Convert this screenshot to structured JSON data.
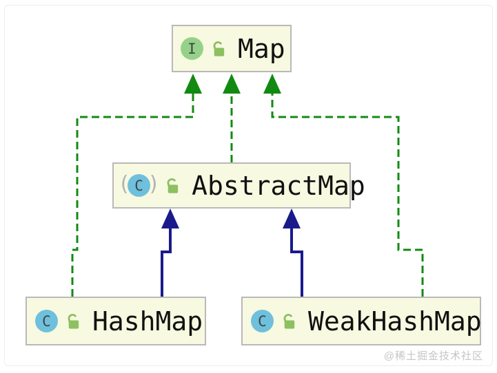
{
  "diagram": {
    "nodes": [
      {
        "id": "map",
        "label": "Map",
        "kind": "interface",
        "icon_glyph": "I"
      },
      {
        "id": "abstractmap",
        "label": "AbstractMap",
        "kind": "abstract-class",
        "icon_glyph": "C",
        "paren_open": "(",
        "paren_close": ")"
      },
      {
        "id": "hashmap",
        "label": "HashMap",
        "kind": "class",
        "icon_glyph": "C"
      },
      {
        "id": "weakhashmap",
        "label": "WeakHashMap",
        "kind": "class",
        "icon_glyph": "C"
      }
    ],
    "edges": [
      {
        "from": "AbstractMap",
        "to": "Map",
        "type": "implements",
        "style": "green-dashed"
      },
      {
        "from": "HashMap",
        "to": "Map",
        "type": "implements",
        "style": "green-dashed"
      },
      {
        "from": "WeakHashMap",
        "to": "Map",
        "type": "implements",
        "style": "green-dashed"
      },
      {
        "from": "HashMap",
        "to": "AbstractMap",
        "type": "extends",
        "style": "navy-solid"
      },
      {
        "from": "WeakHashMap",
        "to": "AbstractMap",
        "type": "extends",
        "style": "navy-solid"
      }
    ],
    "colors": {
      "implements": "#128a12",
      "extends": "#1a1a8c",
      "node_bg": "#f8f9e1",
      "node_border": "#b9b9b9",
      "interface_icon_bg": "#96d18a",
      "class_icon_bg": "#6fc0dc",
      "lock_icon": "#8cc060"
    },
    "watermark": "@稀土掘金技术社区"
  }
}
